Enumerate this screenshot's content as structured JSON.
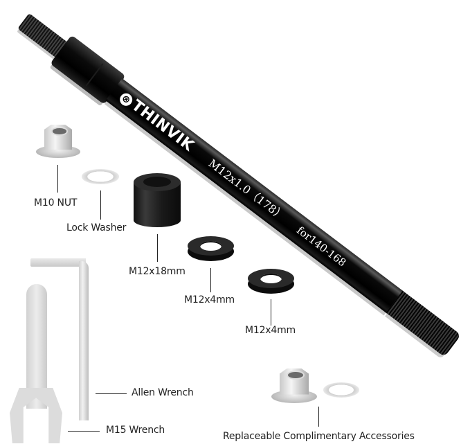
{
  "product": {
    "brand": "THINVIK",
    "axle_spec": "M12x1.0（178）",
    "axle_fit": "for140-168"
  },
  "labels": {
    "m10_nut": "M10 NUT",
    "lock_washer": "Lock Washer",
    "spacer_18": "M12x18mm",
    "spacer_4a": "M12x4mm",
    "spacer_4b": "M12x4mm",
    "allen_wrench": "Allen Wrench",
    "m15_wrench": "M15 Wrench",
    "accessories": "Replaceable Complimentary Accessories"
  },
  "colors": {
    "background": "#ffffff",
    "axle": "#000000",
    "text": "#222222",
    "metal": "#d8d8d8"
  }
}
